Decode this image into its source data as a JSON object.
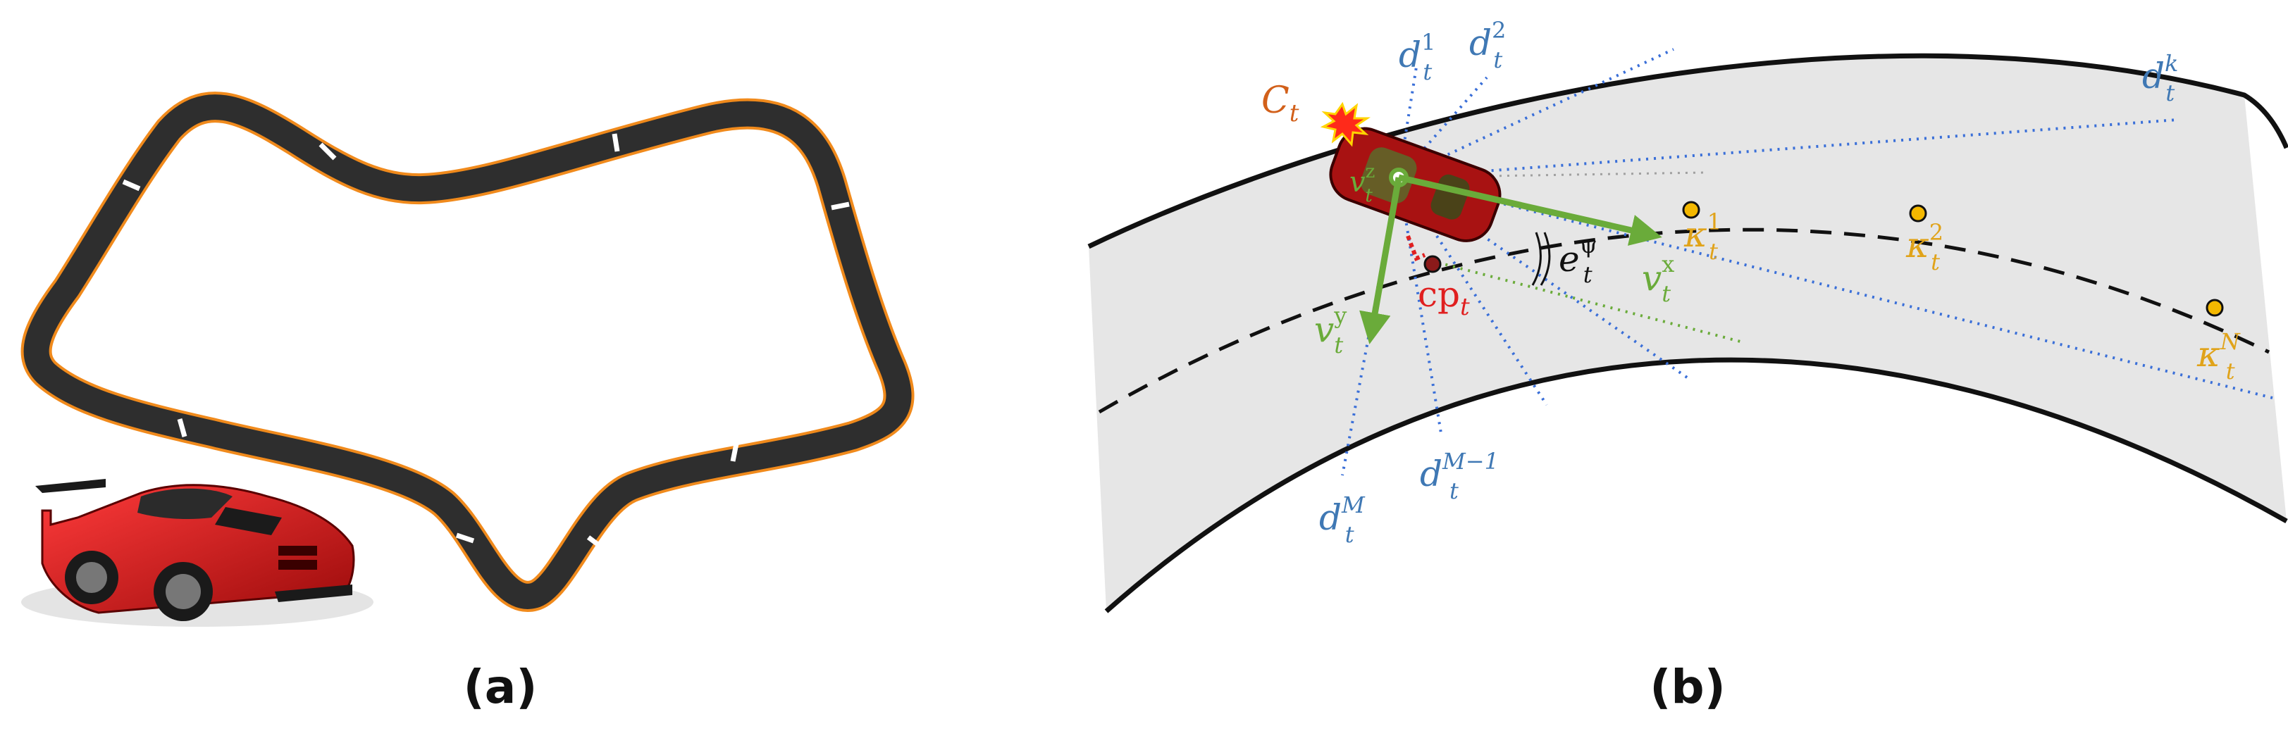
{
  "panels": [
    {
      "label": "(a)"
    },
    {
      "label": "(b)"
    }
  ],
  "labels": {
    "C": {
      "base": "C",
      "sub": "t"
    },
    "vz": {
      "base": "v",
      "sub": "t",
      "sup": "z"
    },
    "vx": {
      "base": "v",
      "sub": "t",
      "sup": "x"
    },
    "vy": {
      "base": "v",
      "sub": "t",
      "sup": "y"
    },
    "epsi": {
      "base": "e",
      "sub": "t",
      "sup": "ψ"
    },
    "cp": {
      "base": "cp",
      "sub": "t"
    },
    "d1": {
      "base": "d",
      "sub": "t",
      "sup": "1"
    },
    "d2": {
      "base": "d",
      "sub": "t",
      "sup": "2"
    },
    "dk": {
      "base": "d",
      "sub": "t",
      "sup": "k"
    },
    "dM1": {
      "base": "d",
      "sub": "t",
      "sup": "M−1"
    },
    "dM": {
      "base": "d",
      "sub": "t",
      "sup": "M"
    },
    "k1": {
      "base": "κ",
      "sub": "t",
      "sup": "1"
    },
    "k2": {
      "base": "κ",
      "sub": "t",
      "sup": "2"
    },
    "kN": {
      "base": "κ",
      "sub": "t",
      "sup": "N"
    }
  },
  "colors": {
    "track_asphalt": "#2e2e2e",
    "track_outline": "#f08a1c",
    "road_fill": "#e6e6e6",
    "ray_blue": "#3a6fd8",
    "label_blue": "#3f78b4",
    "vector_green": "#6aab3a",
    "curvature_orange": "#e0a31a",
    "collision_orange": "#d2601a",
    "cp_red": "#e02020",
    "car_red": "#a81212"
  }
}
